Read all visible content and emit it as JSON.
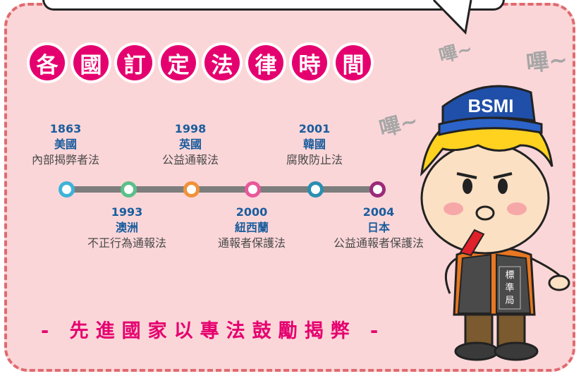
{
  "title_chars": [
    "各",
    "國",
    "訂",
    "定",
    "法",
    "律",
    "時",
    "間"
  ],
  "sounds": [
    "嗶~",
    "嗶~",
    "嗶~"
  ],
  "timeline": {
    "above": [
      {
        "year": "1863",
        "country": "美國",
        "law": "內部揭弊者法"
      },
      {
        "year": "1998",
        "country": "英國",
        "law": "公益通報法"
      },
      {
        "year": "2001",
        "country": "韓國",
        "law": "腐敗防止法"
      }
    ],
    "below": [
      {
        "year": "1993",
        "country": "澳洲",
        "law": "不正行為通報法"
      },
      {
        "year": "2000",
        "country": "紐西蘭",
        "law": "通報者保護法"
      },
      {
        "year": "2004",
        "country": "日本",
        "law": "公益通報者保護法"
      }
    ],
    "dot_colors": [
      "#3eb3d8",
      "#5bc08a",
      "#f0923a",
      "#e8589a",
      "#2a8fb0",
      "#9c2a7a"
    ]
  },
  "slogan": "- 先進國家以專法鼓勵揭弊 -",
  "mascot": {
    "cap_text": "BSMI",
    "vest_text": [
      "標",
      "準",
      "局"
    ]
  },
  "colors": {
    "title_bg": "#e5006f",
    "panel_bg": "#fbd6d8",
    "border": "#e06a6f",
    "year_text": "#1a5d9d"
  }
}
